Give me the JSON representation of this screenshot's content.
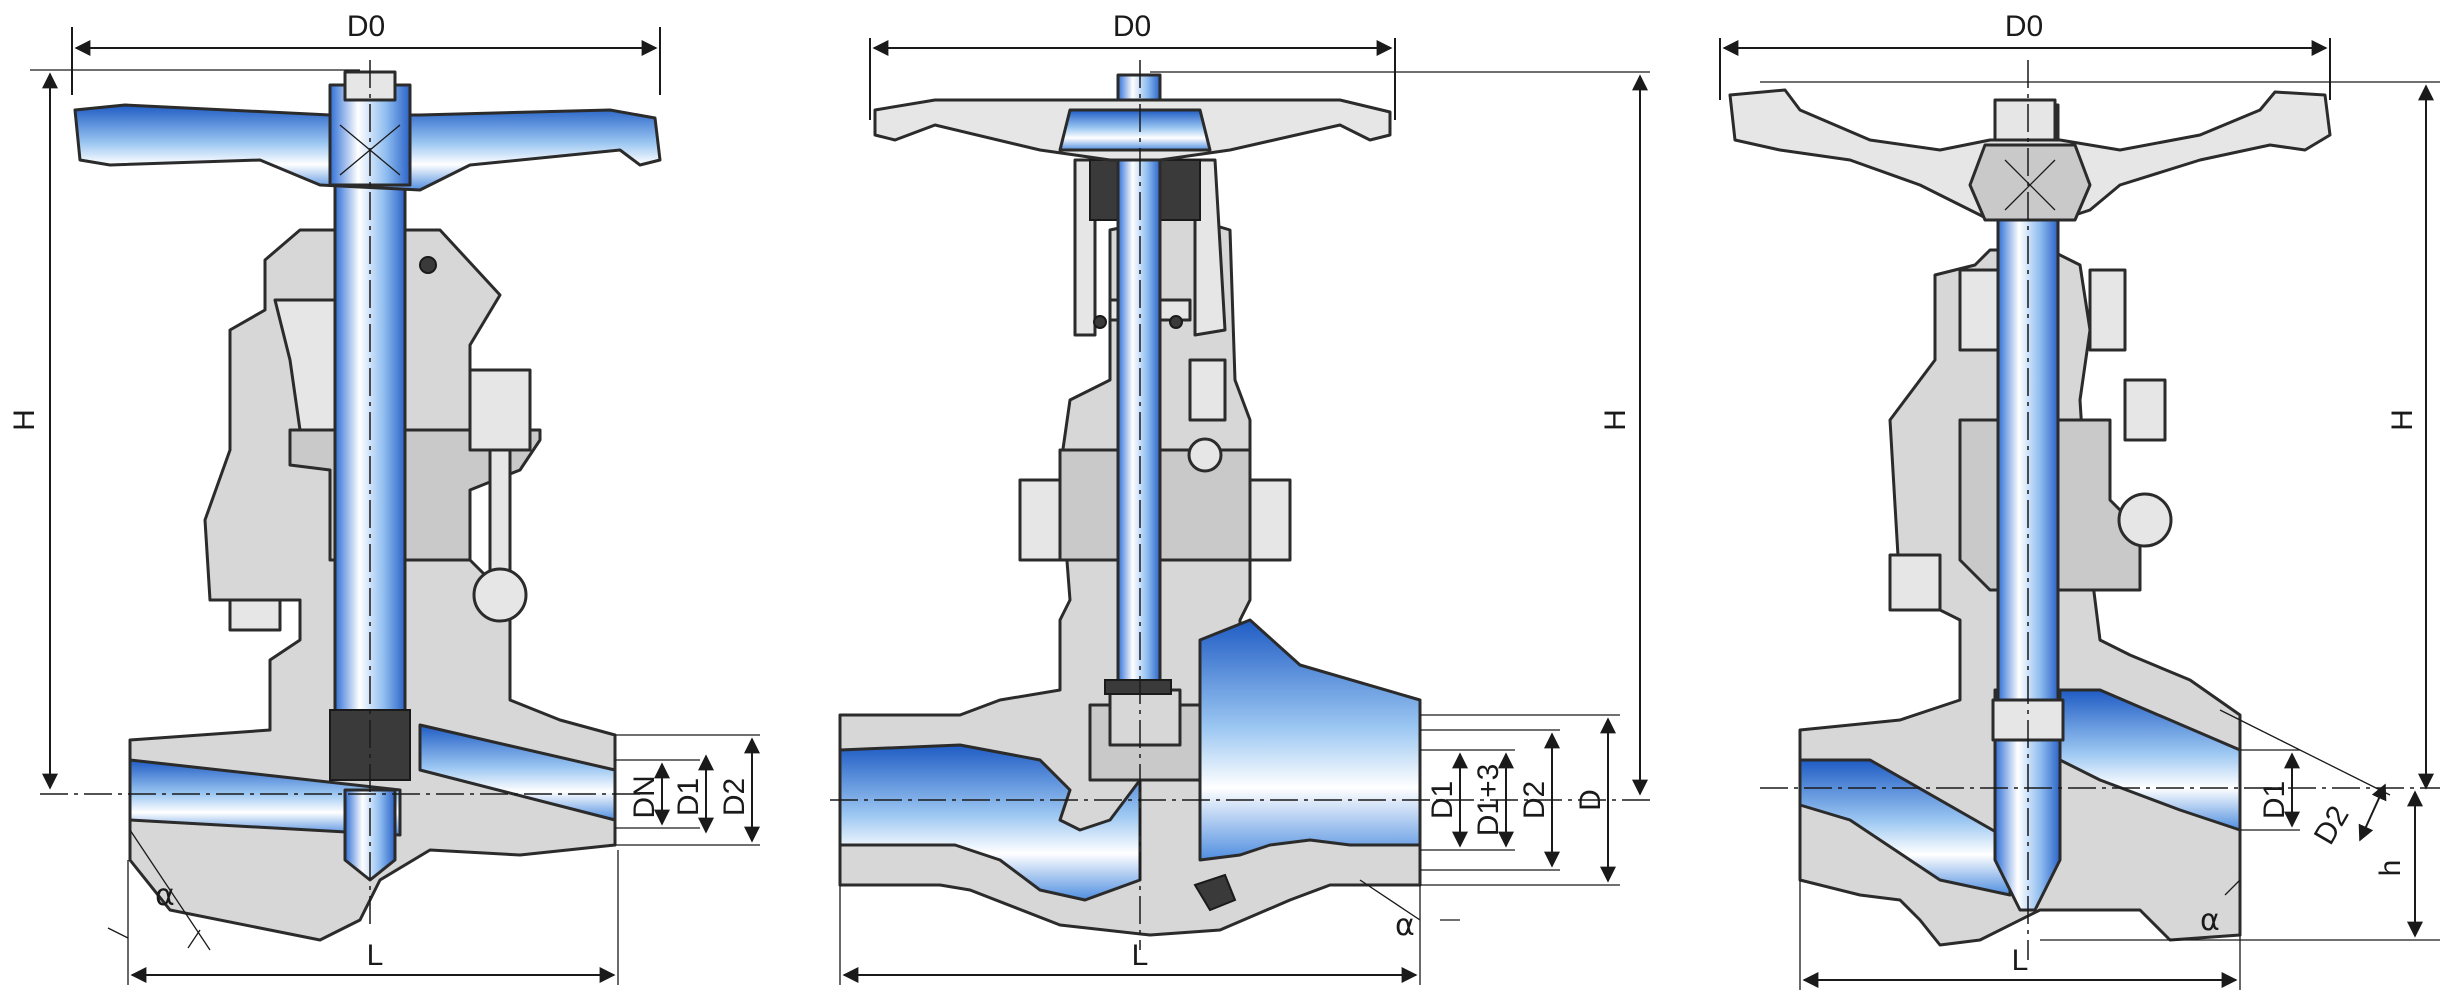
{
  "labels": {
    "left": {
      "d0": "D0",
      "h": "H",
      "dn": "DN",
      "d1": "D1",
      "d2": "D2",
      "alpha": "α",
      "l": "L"
    },
    "middle": {
      "d0": "D0",
      "h": "H",
      "d1": "D1",
      "d1p3": "D1+3",
      "d2": "D2",
      "d": "D",
      "alpha": "α",
      "l": "L"
    },
    "right": {
      "d0": "D0",
      "h": "H",
      "h_small": "h",
      "d1": "D1",
      "d2": "D2",
      "alpha": "α",
      "l": "L"
    }
  },
  "colors": {
    "body_gray": "#d7d7d7",
    "flow_blue": "#2f6fd6",
    "flow_light": "#eaf4ff",
    "outline": "#2b2b2b"
  },
  "icons": {
    "arrowhead": "filled-triangle",
    "stem-mark": "cross-hatch"
  }
}
